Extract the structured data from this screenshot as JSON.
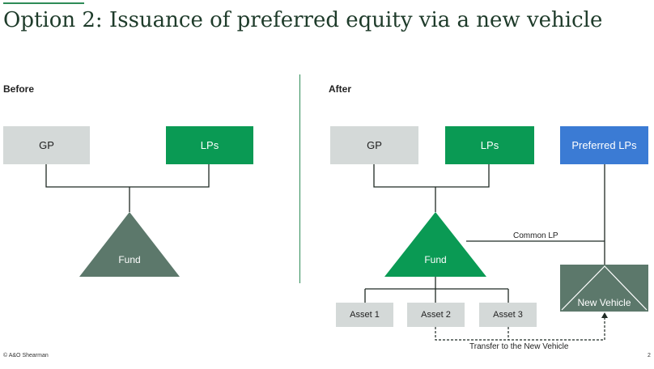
{
  "title": "Option 2: Issuance of preferred equity via a new vehicle",
  "before": {
    "heading": "Before",
    "gp": "GP",
    "lps": "LPs",
    "fund": "Fund"
  },
  "after": {
    "heading": "After",
    "gp": "GP",
    "lps": "LPs",
    "preferred_lps": "Preferred LPs",
    "fund": "Fund",
    "new_vehicle": "New Vehicle",
    "common_lp": "Common LP",
    "assets": [
      "Asset 1",
      "Asset 2",
      "Asset 3"
    ],
    "transfer": "Transfer to the New Vehicle"
  },
  "footer": {
    "copyright": "© A&O Shearman",
    "page": "2"
  },
  "colors": {
    "accent": "#0a9a54",
    "grey_box": "#d4d9d8",
    "fund_grey": "#5c786b",
    "preferred": "#3b7bd4",
    "title": "#1e3b2a"
  }
}
